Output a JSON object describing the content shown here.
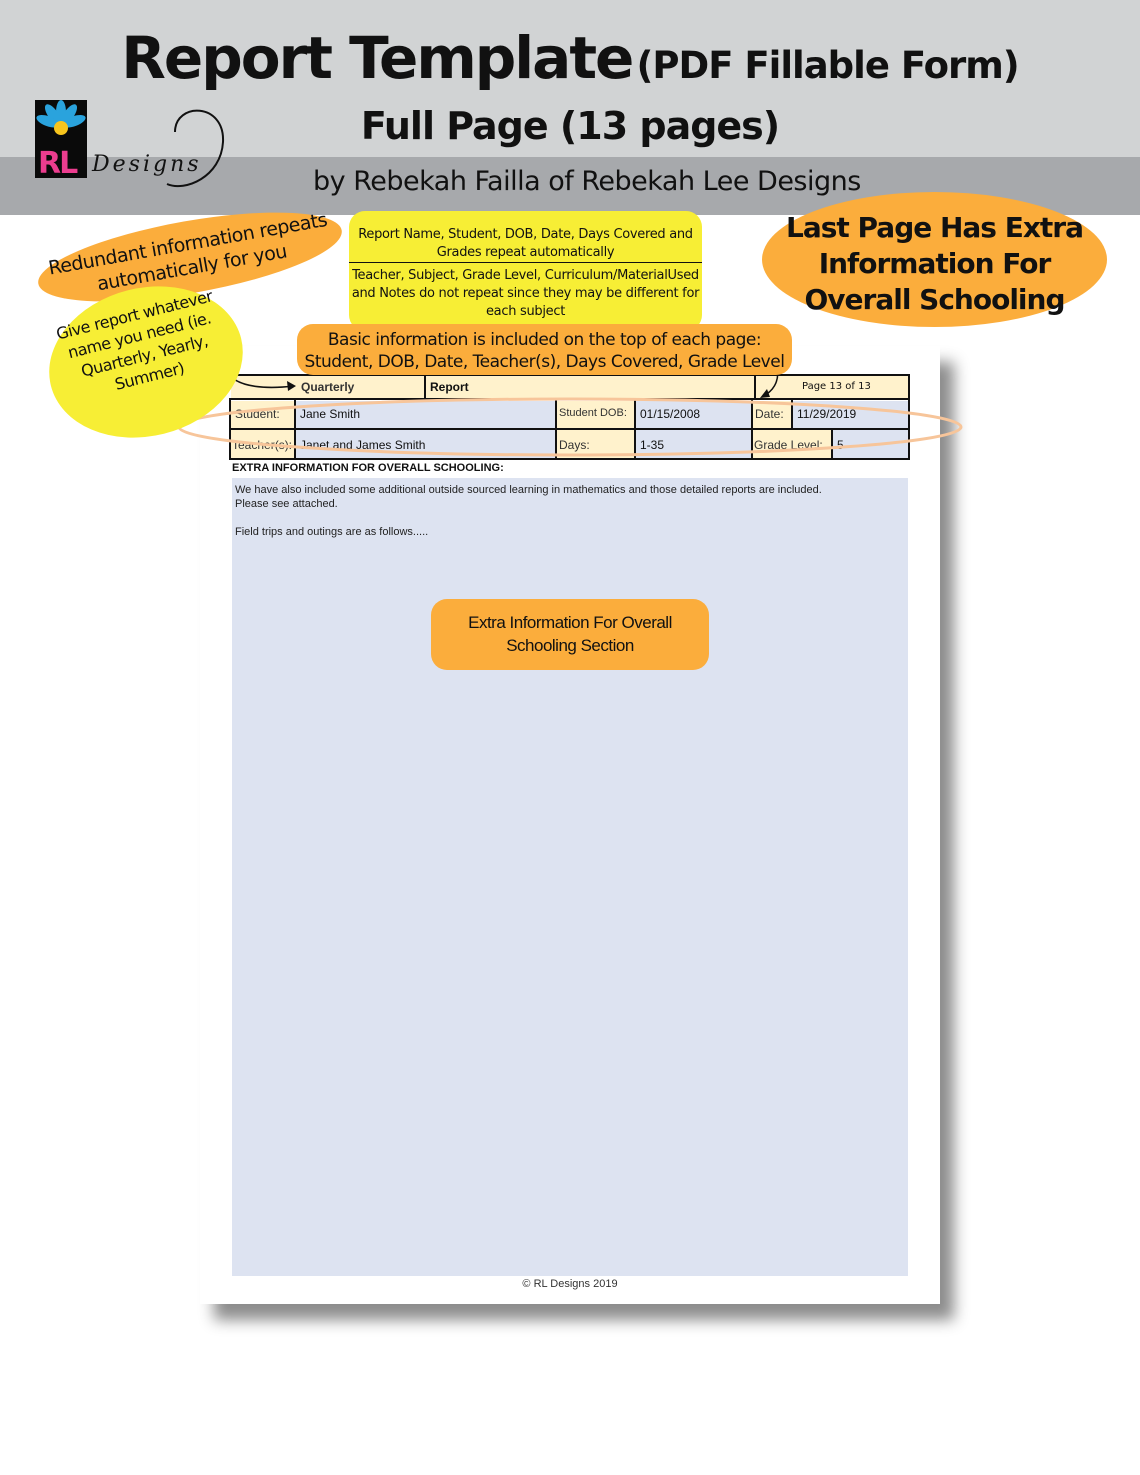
{
  "header": {
    "title": "Report Template",
    "title_suffix": "(PDF Fillable Form)",
    "subtitle": "Full Page (13 pages)",
    "byline": "by Rebekah Failla of Rebekah Lee Designs",
    "logo_letters": "RL",
    "logo_word": "Designs",
    "banner_color": "#d1d3d4",
    "banner_dark_color": "#a7a9ac"
  },
  "callouts": {
    "redundant": "Redundant information repeats automatically for you",
    "report_name": "Give report whatever name you need (ie. Quarterly, Yearly, Summer)",
    "repeat_top": "Report Name, Student, DOB, Date, Days Covered and Grades repeat automatically",
    "repeat_bottom": "Teacher, Subject, Grade Level, Curriculum/MaterialUsed and Notes do not repeat since they may be different for each subject",
    "last_page": "Last Page Has Extra Information For Overall Schooling",
    "basic_info": "Basic information is included on the top of each page: Student, DOB, Date, Teacher(s), Days Covered, Grade Level",
    "extra_section": "Extra Information For Overall Schooling Section",
    "orange_color": "#fbad3c",
    "yellow_color": "#f7ee35"
  },
  "form": {
    "report_name": "Quarterly",
    "report_label": "Report",
    "page_indicator": "Page 13 of 13",
    "student_label": "Student:",
    "student_value": "Jane Smith",
    "dob_label": "Student DOB:",
    "dob_value": "01/15/2008",
    "date_label": "Date:",
    "date_value": "11/29/2019",
    "teacher_label": "Teacher(s):",
    "teacher_value": "Janet and James Smith",
    "days_label": "Days:",
    "days_value": "1-35",
    "grade_label": "Grade Level:",
    "grade_value": "5",
    "label_color": "#fff2cc",
    "field_color": "#dde3f1"
  },
  "extra": {
    "heading": "EXTRA INFORMATION FOR OVERALL SCHOOLING:",
    "text": "We have also included some additional outside sourced learning in mathematics and those detailed reports are included.\nPlease see attached.\n\nField trips and outings are as follows....."
  },
  "footer": {
    "copyright": "© RL Designs 2019"
  }
}
